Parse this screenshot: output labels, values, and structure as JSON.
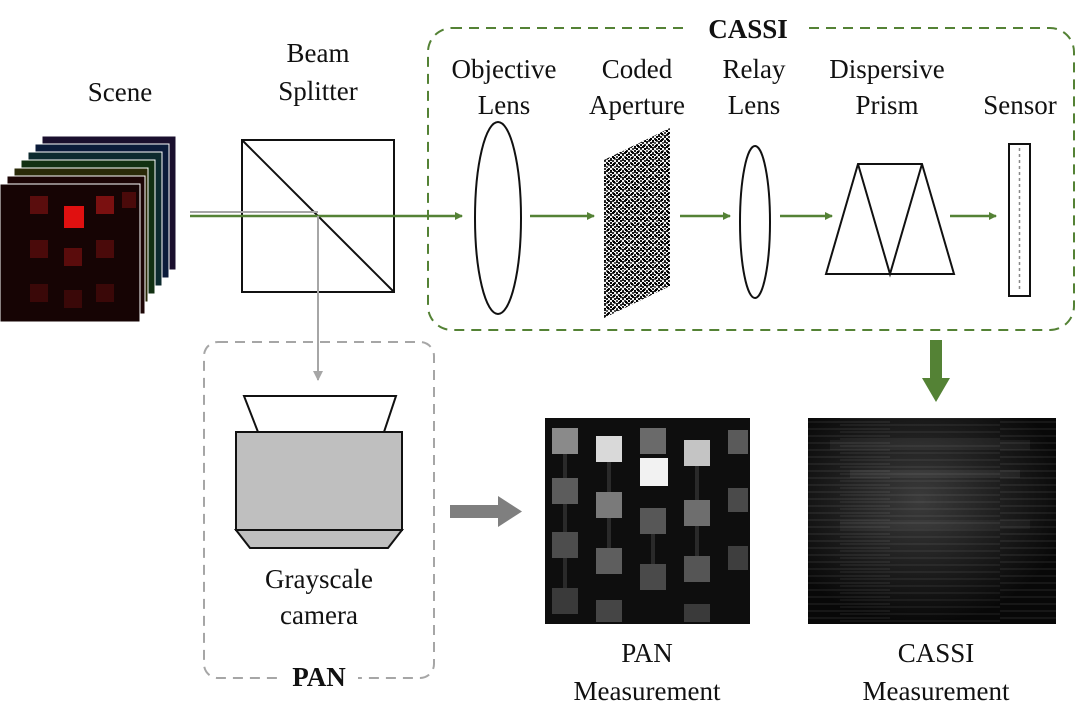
{
  "labels": {
    "scene": "Scene",
    "beam_splitter": [
      "Beam",
      "Splitter"
    ],
    "cassi_title": "CASSI",
    "objective_lens": [
      "Objective",
      "Lens"
    ],
    "coded_aperture": [
      "Coded",
      "Aperture"
    ],
    "relay_lens": [
      "Relay",
      "Lens"
    ],
    "dispersive_prism": [
      "Dispersive",
      "Prism"
    ],
    "sensor": "Sensor",
    "grayscale_camera": [
      "Grayscale",
      "camera"
    ],
    "pan_title": "PAN",
    "pan_measurement": [
      "PAN",
      "Measurement"
    ],
    "cassi_measurement": [
      "CASSI",
      "Measurement"
    ]
  },
  "colors": {
    "green": "#548235",
    "gray_arrow": "#a6a6a6",
    "dark_gray_arrow": "#7f7f7f",
    "camera_fill": "#bfbfbf",
    "dashed_gray": "#a6a6a6"
  }
}
